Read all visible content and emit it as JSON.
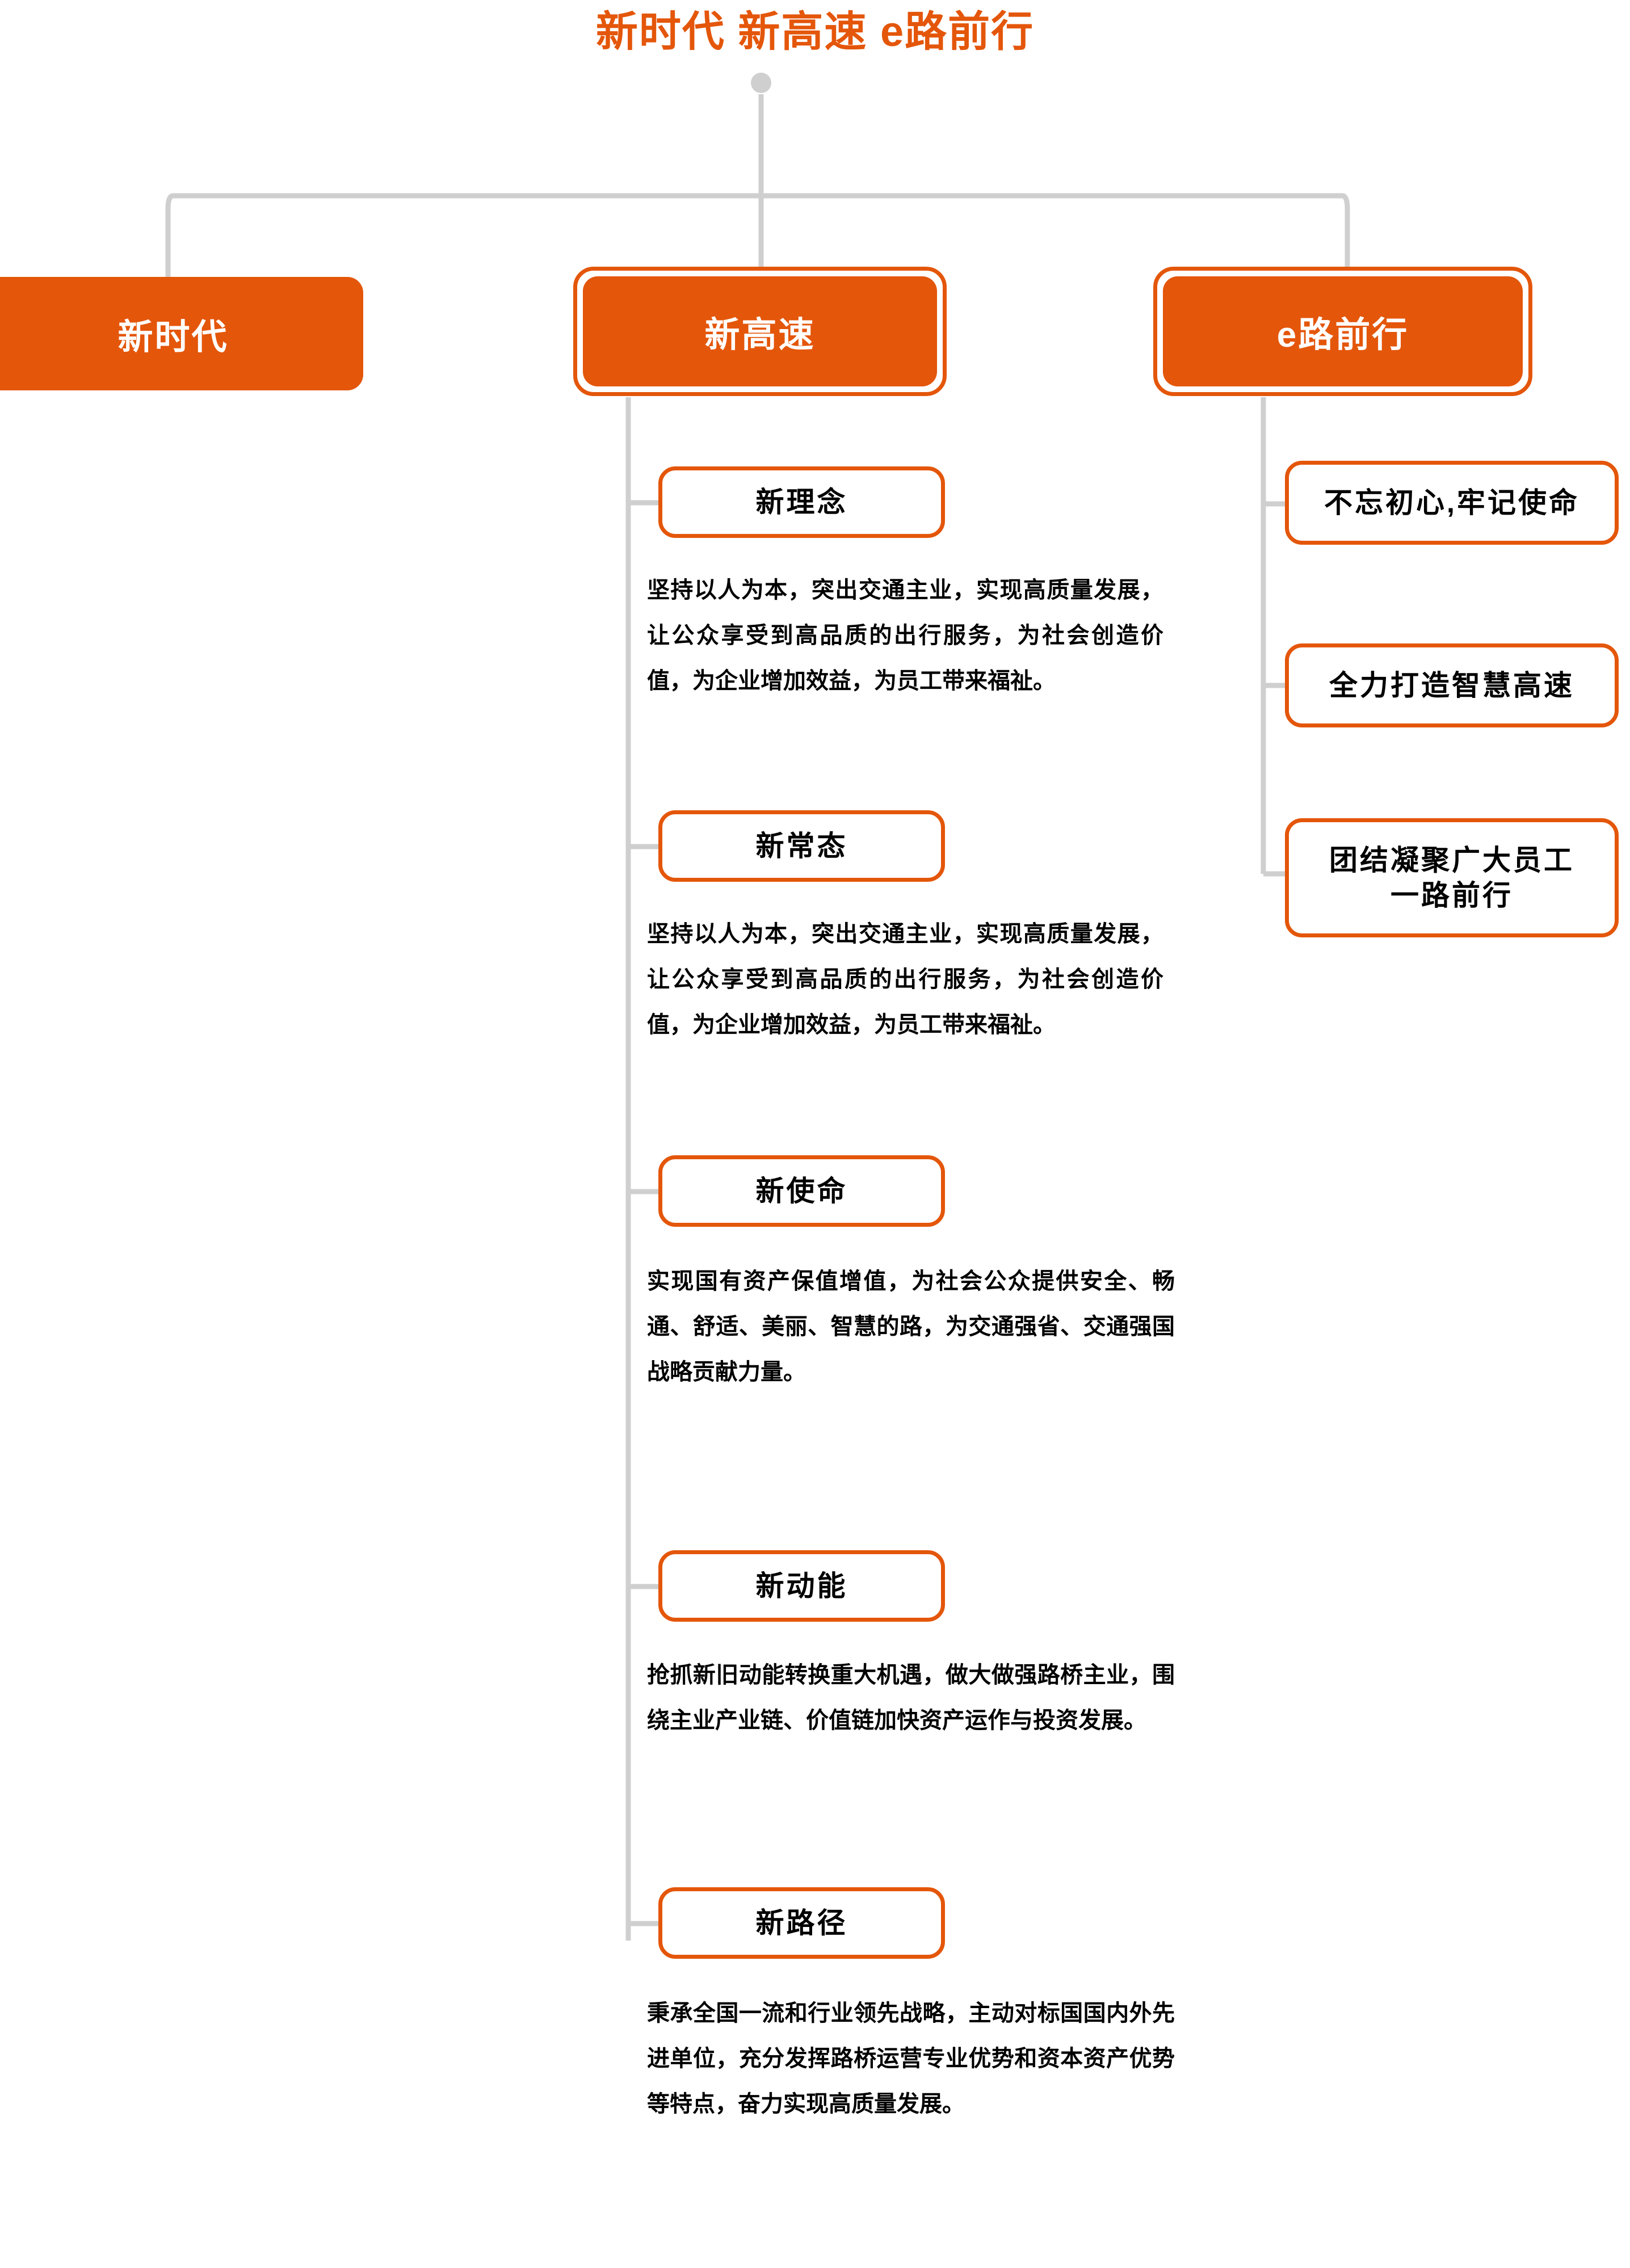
{
  "title": "新时代 新高速 e路前行",
  "colors": {
    "accent": "#E4560A",
    "wire": "#cfcfcf",
    "text": "#000000",
    "on_accent": "#ffffff"
  },
  "root": {
    "label": "新时代 新高速 e路前行"
  },
  "branches": [
    {
      "id": "branch-xinshidai",
      "label": "新时代",
      "style": "flat",
      "children": []
    },
    {
      "id": "branch-xingaosu",
      "label": "新高速",
      "style": "ringed",
      "children": [
        {
          "id": "node-xinlinian",
          "label": "新理念",
          "body": "坚持以人为本，突出交通主业，实现高质量发展，让公众享受到高品质的出行服务，为社会创造价值，为企业增加效益，为员工带来福祉。"
        },
        {
          "id": "node-xinchangtai",
          "label": "新常态",
          "body": "坚持以人为本，突出交通主业，实现高质量发展，让公众享受到高品质的出行服务，为社会创造价值，为企业增加效益，为员工带来福祉。"
        },
        {
          "id": "node-xinshiming",
          "label": "新使命",
          "body": "实现国有资产保值增值，为社会公众提供安全、畅通、舒适、美丽、智慧的路，为交通强省、交通强国战略贡献力量。"
        },
        {
          "id": "node-xindongneng",
          "label": "新动能",
          "body": "抢抓新旧动能转换重大机遇，做大做强路桥主业，围绕主业产业链、价值链加快资产运作与投资发展。"
        },
        {
          "id": "node-xinlujing",
          "label": "新路径",
          "body": "秉承全国一流和行业领先战略，主动对标国国内外先进单位，充分发挥路桥运营专业优势和资本资产优势等特点，奋力实现高质量发展。"
        }
      ]
    },
    {
      "id": "branch-eluqianxing",
      "label": "e路前行",
      "style": "ringed",
      "children": [
        {
          "id": "node-buwangchuxin",
          "label": "不忘初心,牢记使命",
          "body": ""
        },
        {
          "id": "node-zhihuigaosu",
          "label": "全力打造智慧高速",
          "body": ""
        },
        {
          "id": "node-tuanjie",
          "label": "团结凝聚广大员工\n一路前行",
          "body": ""
        }
      ]
    }
  ]
}
